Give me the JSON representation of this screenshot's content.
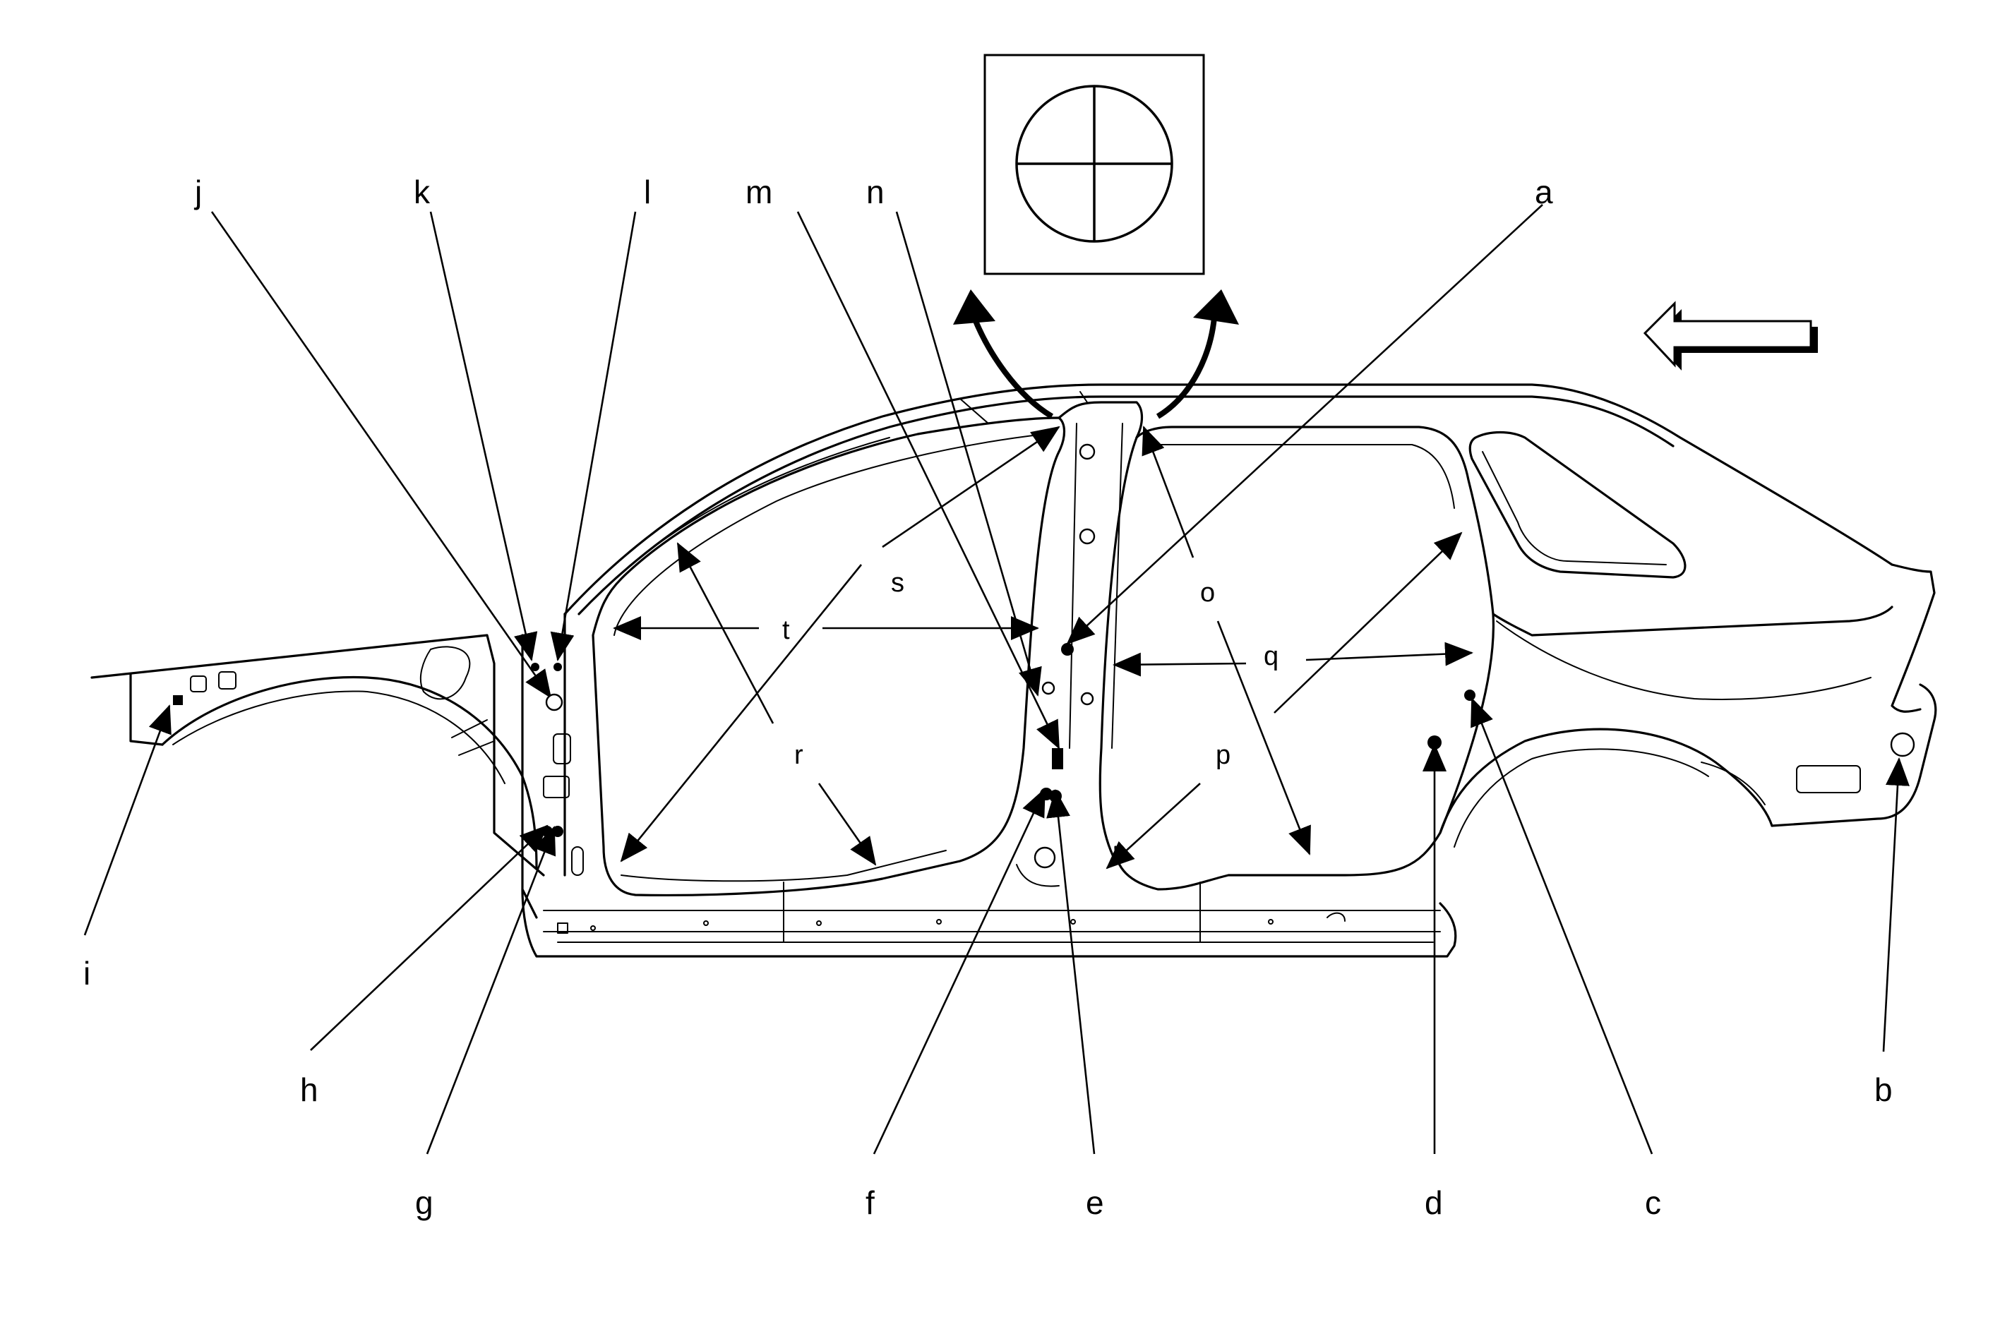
{
  "callouts": {
    "a": "a",
    "b": "b",
    "c": "c",
    "d": "d",
    "e": "e",
    "f": "f",
    "g": "g",
    "h": "h",
    "i": "i",
    "j": "j",
    "k": "k",
    "l": "l",
    "m": "m",
    "n": "n"
  },
  "dimensions": {
    "o": "o",
    "p": "p",
    "q": "q",
    "r": "r",
    "s": "s",
    "t": "t"
  },
  "icons": {
    "symbol": "center-of-gravity-target-icon",
    "arrow": "front-direction-arrow-icon",
    "pry": "curved-arrow-icon"
  },
  "colors": {
    "line": "#000000",
    "background": "#ffffff"
  }
}
